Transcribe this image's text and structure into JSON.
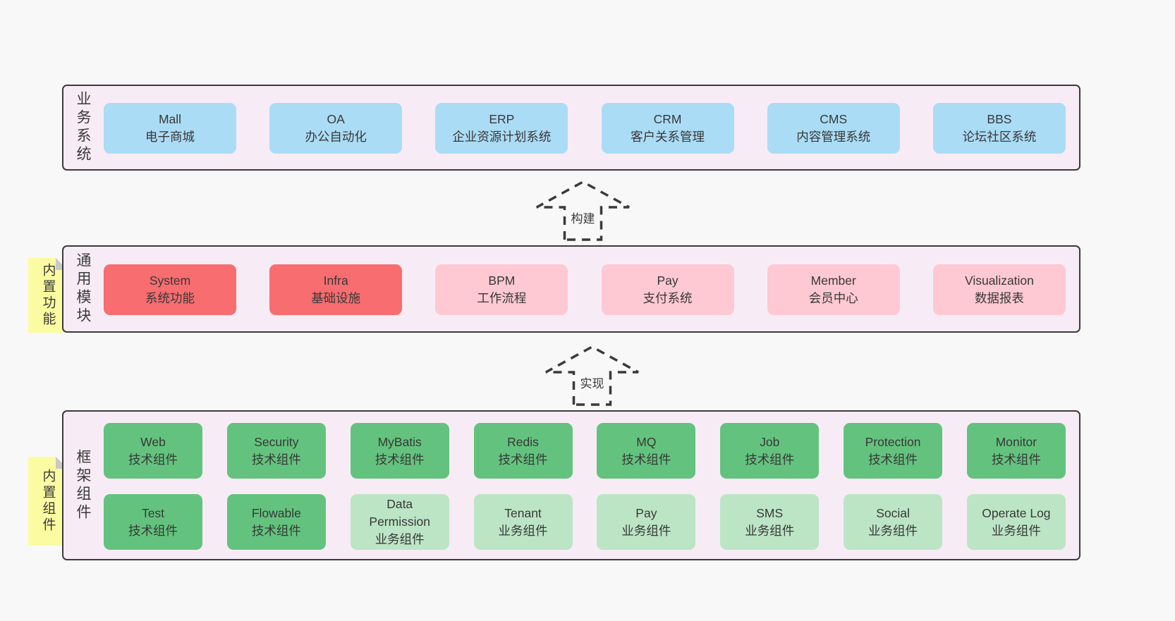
{
  "colors": {
    "page_bg": "#f8f8f8",
    "panel_bg": "#f7ecf6",
    "panel_border": "#3a3a3a",
    "blue_node": "#abdcf5",
    "red_node": "#f76d70",
    "pink_node": "#fec9d2",
    "green_node": "#63c37e",
    "light_green_node": "#bce5c6",
    "sticky_yellow": "#fbfba2",
    "sticky_fold": "#c9c9c9",
    "text": "#3a3a3a"
  },
  "arrows": [
    {
      "label": "构建"
    },
    {
      "label": "实现"
    }
  ],
  "sections": [
    {
      "label": "业务系统",
      "boxes": [
        {
          "en": "Mall",
          "zh": "电子商城"
        },
        {
          "en": "OA",
          "zh": "办公自动化"
        },
        {
          "en": "ERP",
          "zh": "企业资源计划系统"
        },
        {
          "en": "CRM",
          "zh": "客户关系管理"
        },
        {
          "en": "CMS",
          "zh": "内容管理系统"
        },
        {
          "en": "BBS",
          "zh": "论坛社区系统"
        }
      ]
    },
    {
      "label": "通用模块",
      "sticky": "内置功能",
      "boxes": [
        {
          "en": "System",
          "zh": "系统功能"
        },
        {
          "en": "Infra",
          "zh": "基础设施"
        },
        {
          "en": "BPM",
          "zh": "工作流程"
        },
        {
          "en": "Pay",
          "zh": "支付系统"
        },
        {
          "en": "Member",
          "zh": "会员中心"
        },
        {
          "en": "Visualization",
          "zh": "数据报表"
        }
      ]
    },
    {
      "label": "框架组件",
      "sticky": "内置组件",
      "rows": [
        {
          "boxes": [
            {
              "en": "Web",
              "zh": "技术组件"
            },
            {
              "en": "Security",
              "zh": "技术组件"
            },
            {
              "en": "MyBatis",
              "zh": "技术组件"
            },
            {
              "en": "Redis",
              "zh": "技术组件"
            },
            {
              "en": "MQ",
              "zh": "技术组件"
            },
            {
              "en": "Job",
              "zh": "技术组件"
            },
            {
              "en": "Protection",
              "zh": "技术组件"
            },
            {
              "en": "Monitor",
              "zh": "技术组件"
            }
          ]
        },
        {
          "boxes": [
            {
              "en": "Test",
              "zh": "技术组件"
            },
            {
              "en": "Flowable",
              "zh": "技术组件"
            },
            {
              "en": "Data Permission",
              "zh": "业务组件"
            },
            {
              "en": "Tenant",
              "zh": "业务组件"
            },
            {
              "en": "Pay",
              "zh": "业务组件"
            },
            {
              "en": "SMS",
              "zh": "业务组件"
            },
            {
              "en": "Social",
              "zh": "业务组件"
            },
            {
              "en": "Operate Log",
              "zh": "业务组件"
            }
          ]
        }
      ]
    }
  ]
}
